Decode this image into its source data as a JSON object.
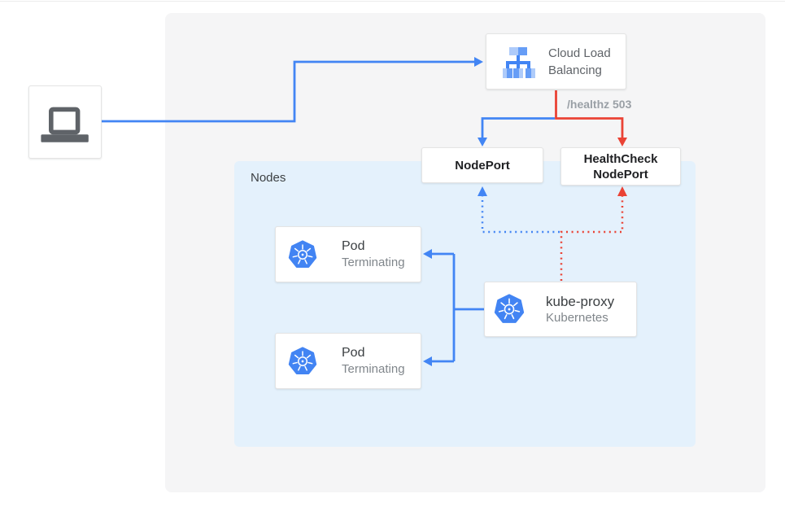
{
  "colors": {
    "blue": "#4285f4",
    "red": "#ea4335",
    "panel_gray": "#f5f5f6",
    "container_blue": "#e4f1fc",
    "card_border": "#e4e4e4",
    "title_text": "#3c4043",
    "bold_text": "#202124",
    "sub_text": "#80868b",
    "label_gray": "#9aa0a6",
    "icon_gray": "#5f6368",
    "k8s_blue": "#4284f3",
    "clb_light": "#aecbfa",
    "clb_medium": "#669df6"
  },
  "diagram": {
    "client": {
      "icon": "laptop-icon"
    },
    "cloud_load_balancing": {
      "title": "Cloud Load Balancing",
      "icon": "load-balancer-icon"
    },
    "healthz_label": "/healthz 503",
    "nodeport": {
      "label": "NodePort"
    },
    "healthcheck_nodeport": {
      "line1": "HealthCheck",
      "line2": "NodePort"
    },
    "nodes_group": {
      "label": "Nodes"
    },
    "pods": [
      {
        "title": "Pod",
        "subtitle": "Terminating"
      },
      {
        "title": "Pod",
        "subtitle": "Terminating"
      }
    ],
    "kube_proxy": {
      "title": "kube-proxy",
      "subtitle": "Kubernetes"
    },
    "edges": [
      {
        "from": "client",
        "to": "cloud-load-balancing",
        "style": "solid",
        "color": "blue"
      },
      {
        "from": "cloud-load-balancing",
        "to": "nodeport",
        "style": "solid",
        "color": "blue"
      },
      {
        "from": "cloud-load-balancing",
        "to": "healthcheck-nodeport",
        "style": "solid",
        "color": "red",
        "label": "/healthz 503"
      },
      {
        "from": "kube-proxy",
        "to": "nodeport",
        "style": "dotted",
        "color": "blue"
      },
      {
        "from": "kube-proxy",
        "to": "healthcheck-nodeport",
        "style": "dotted",
        "color": "red"
      },
      {
        "from": "kube-proxy",
        "to": "pod-1",
        "style": "solid",
        "color": "blue"
      },
      {
        "from": "kube-proxy",
        "to": "pod-2",
        "style": "solid",
        "color": "blue"
      }
    ]
  }
}
